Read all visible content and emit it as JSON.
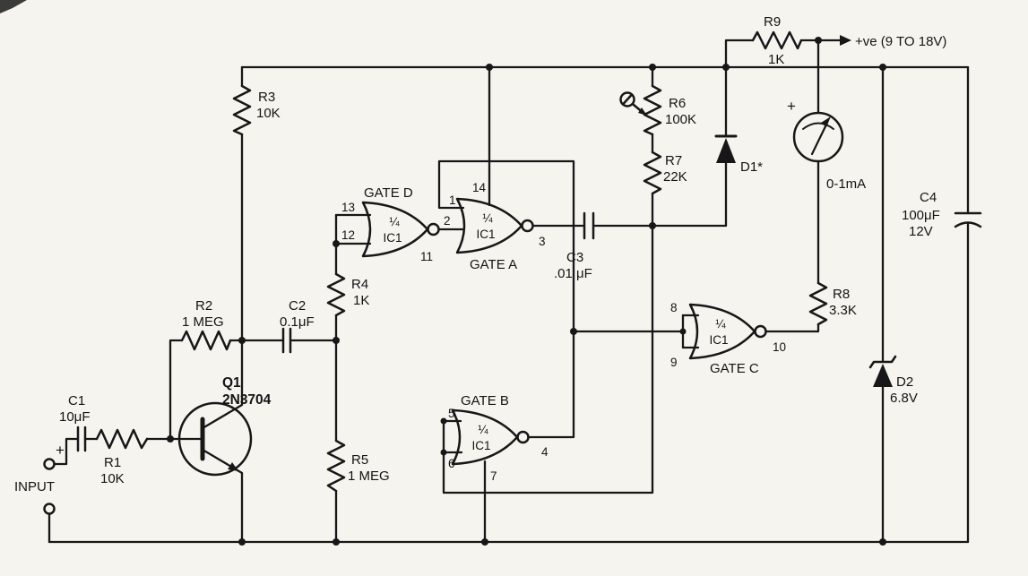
{
  "terminals": {
    "input_label": "INPUT"
  },
  "power": {
    "supply_label": "+ve (9 TO 18V)"
  },
  "meter": {
    "plus": "+",
    "range": "0-1mA"
  },
  "components": {
    "c1": {
      "ref": "C1",
      "value": "10μF",
      "plus": "+"
    },
    "r1": {
      "ref": "R1",
      "value": "10K"
    },
    "r2": {
      "ref": "R2",
      "value": "1 MEG"
    },
    "r3": {
      "ref": "R3",
      "value": "10K"
    },
    "q1": {
      "ref": "Q1",
      "value": "2N3704"
    },
    "c2": {
      "ref": "C2",
      "value": "0.1μF"
    },
    "r4": {
      "ref": "R4",
      "value": "1K"
    },
    "r5": {
      "ref": "R5",
      "value": "1 MEG"
    },
    "c3": {
      "ref": "C3",
      "value": ".01 μF"
    },
    "r6": {
      "ref": "R6",
      "value": "100K"
    },
    "r7": {
      "ref": "R7",
      "value": "22K"
    },
    "d1": {
      "ref": "D1*"
    },
    "r8": {
      "ref": "R8",
      "value": "3.3K"
    },
    "r9": {
      "ref": "R9",
      "value": "1K"
    },
    "c4": {
      "ref": "C4",
      "value": "100μF",
      "rating": "12V"
    },
    "d2": {
      "ref": "D2",
      "value": "6.8V"
    }
  },
  "gates": {
    "a": {
      "label": "GATE A",
      "fraction": "¼",
      "ic": "IC1",
      "pin_in1": "1",
      "pin_in2": "2",
      "pin_out": "3",
      "pin_vdd": "14"
    },
    "b": {
      "label": "GATE B",
      "fraction": "¼",
      "ic": "IC1",
      "pin_in1": "5",
      "pin_in2": "6",
      "pin_out": "4",
      "pin_vss": "7"
    },
    "c": {
      "label": "GATE C",
      "fraction": "¼",
      "ic": "IC1",
      "pin_in1": "8",
      "pin_in2": "9",
      "pin_out": "10"
    },
    "d": {
      "label": "GATE D",
      "fraction": "¼",
      "ic": "IC1",
      "pin_in1": "13",
      "pin_in2": "12",
      "pin_out": "11"
    }
  }
}
